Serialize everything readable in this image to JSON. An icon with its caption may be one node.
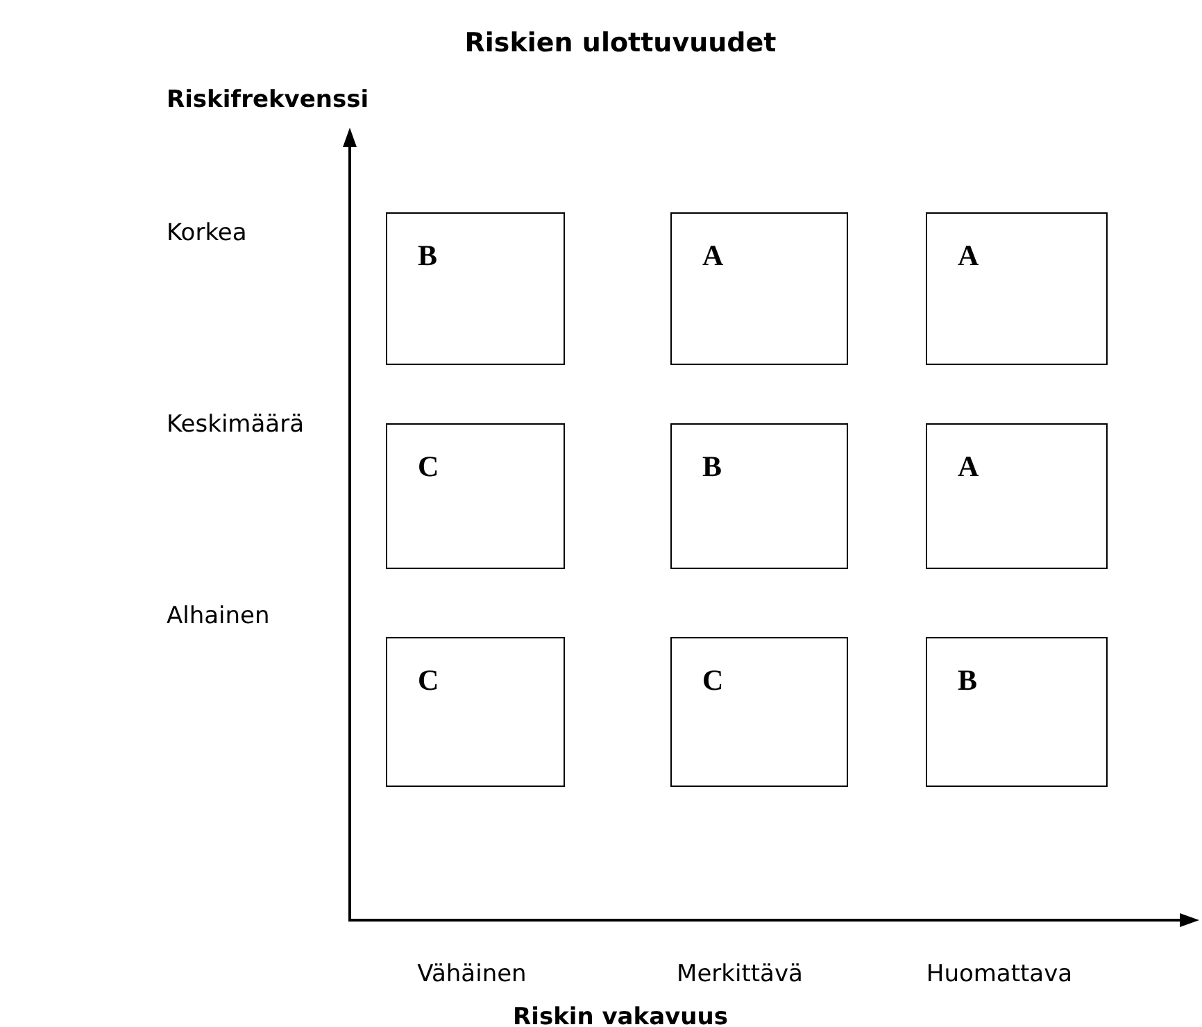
{
  "diagram": {
    "title": "Riskien ulottuvuudet",
    "nodes": [
      {
        "text": [
          "B"
        ]
      },
      {
        "text": [
          "A"
        ]
      },
      {
        "text": [
          "A"
        ]
      },
      {
        "text": [
          "C"
        ]
      },
      {
        "text": [
          "B"
        ]
      },
      {
        "text": [
          "A"
        ]
      },
      {
        "text": [
          "C"
        ]
      },
      {
        "text": [
          "C"
        ]
      },
      {
        "text": [
          "B"
        ]
      }
    ],
    "edges": [],
    "labels": [
      "Riskifrekvenssi",
      "Korkea",
      "Keskimäärä",
      "Alhainen",
      "Vähäinen",
      "Merkittävä",
      "Huomattava",
      "Riskin vakavuus"
    ]
  }
}
